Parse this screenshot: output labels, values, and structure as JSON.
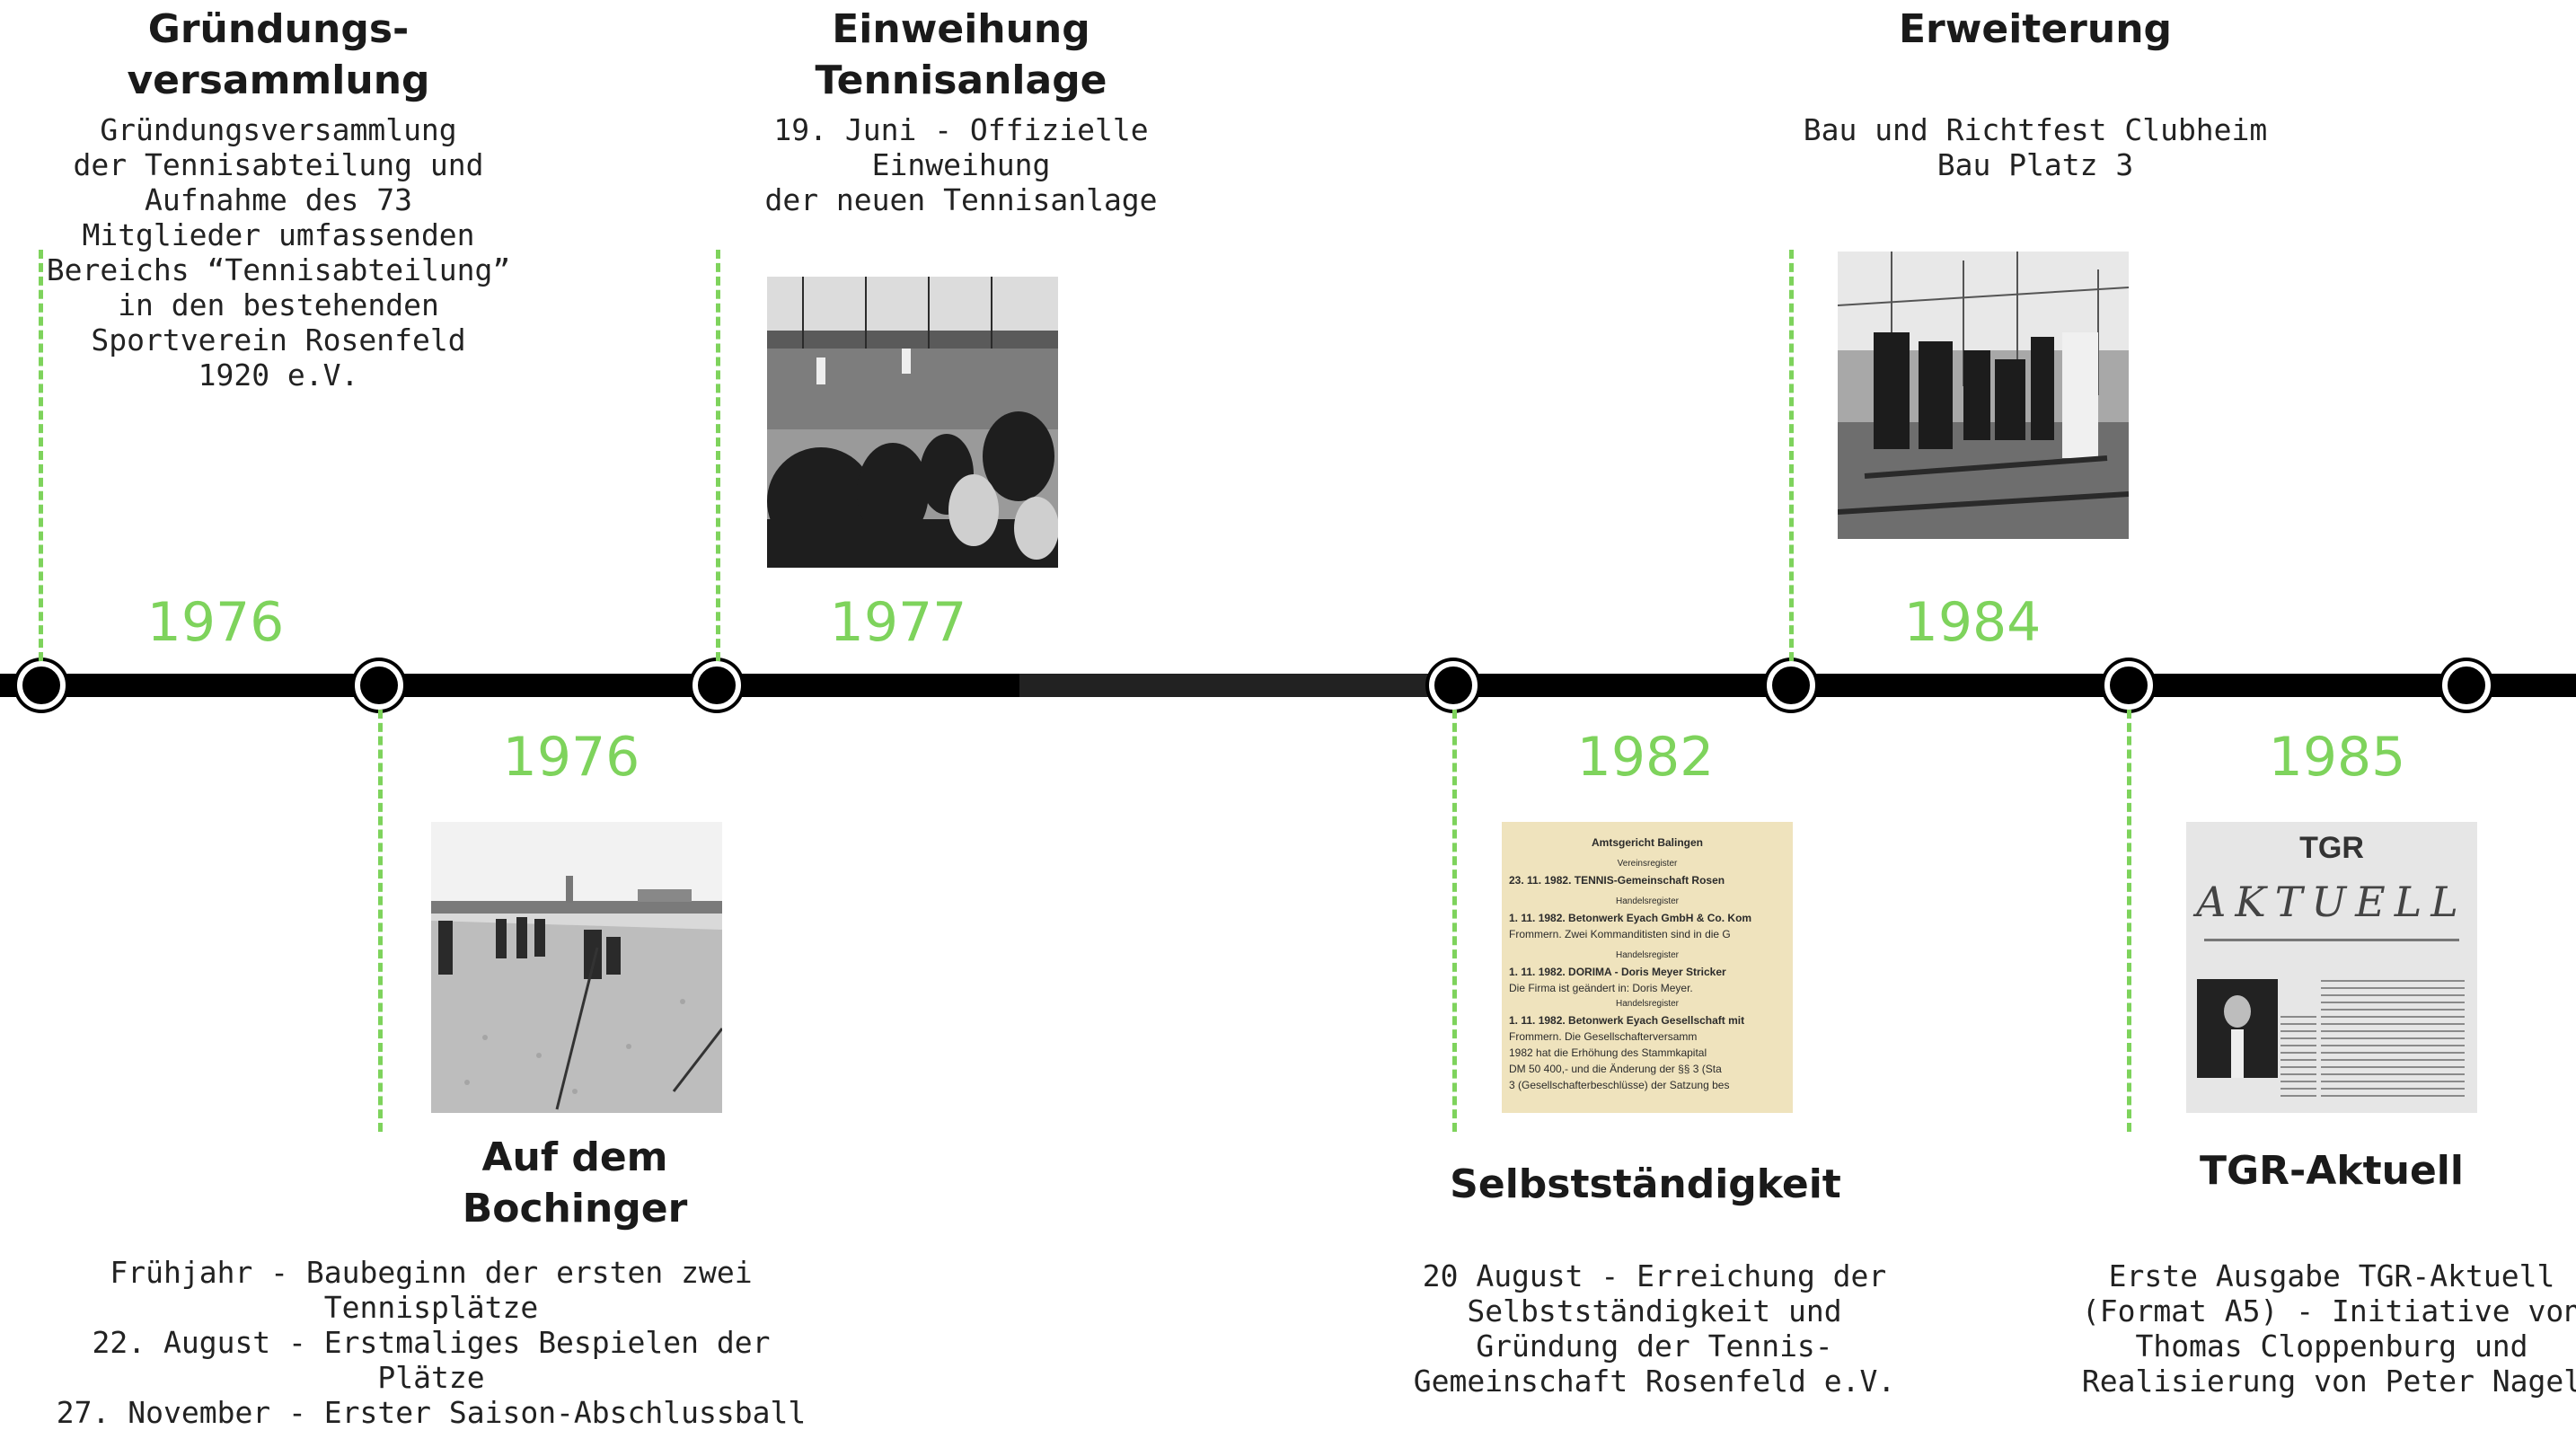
{
  "events": [
    {
      "year": "1976",
      "title": "Gründungs-\nversammlung",
      "description": "Gründungsversammlung\nder Tennisabteilung und\nAufnahme des 73\nMitglieder umfassenden\nBereichs “Tennisabteilung”\nin den bestehenden\nSportverein Rosenfeld\n1920 e.V."
    },
    {
      "year": "1976",
      "title": "Auf dem\nBochinger",
      "description": "Frühjahr - Baubeginn der ersten zwei Tennisplätze\n22. August - Erstmaliges Bespielen der Plätze\n27. November - Erster Saison-Abschlussball"
    },
    {
      "year": "1977",
      "title": "Einweihung\nTennisanlage",
      "description": "19. Juni - Offizielle Einweihung\nder neuen Tennisanlage"
    },
    {
      "year": "1982",
      "title": "Selbstständigkeit",
      "description": "20 August - Erreichung der\nSelbstständigkeit und\nGründung der Tennis-\nGemeinschaft Rosenfeld e.V."
    },
    {
      "year": "1984",
      "title": "Erweiterung",
      "description": "Bau und Richtfest Clubheim\nBau Platz 3"
    },
    {
      "year": "1985",
      "title": "TGR-Aktuell",
      "description": "Erste Ausgabe TGR-Aktuell\n(Format A5) - Initiative von\nThomas Cloppenburg und\nRealisierung von Peter Nagel"
    }
  ],
  "clipping": {
    "heading": "Amtsgericht Balingen",
    "lines": [
      "Vereinsregister",
      "23. 11. 1982. TENNIS-Gemeinschaft Rosen",
      "Handelsregister",
      "1. 11. 1982. Betonwerk Eyach GmbH & Co. Kom",
      "Frommern. Zwei Kommanditisten sind in die G",
      "Handelsregister",
      "1. 11. 1982. DORIMA - Doris Meyer Stricker",
      "Die Firma ist geändert in: Doris Meyer.",
      "Handelsregister",
      "1. 11. 1982. Betonwerk Eyach Gesellschaft mit",
      "Frommern. Die Gesellschafterversamm",
      "1982 hat die Erhöhung des Stammkapital",
      "DM 50 400,- und die Änderung der §§ 3 (Sta",
      "3 (Gesellschafterbeschlüsse) der Satzung bes"
    ]
  },
  "magazine": {
    "logo": "TGR",
    "name": "AKTUELL"
  },
  "colors": {
    "accent": "#7ed35c",
    "line": "#000000",
    "text": "#222222"
  }
}
